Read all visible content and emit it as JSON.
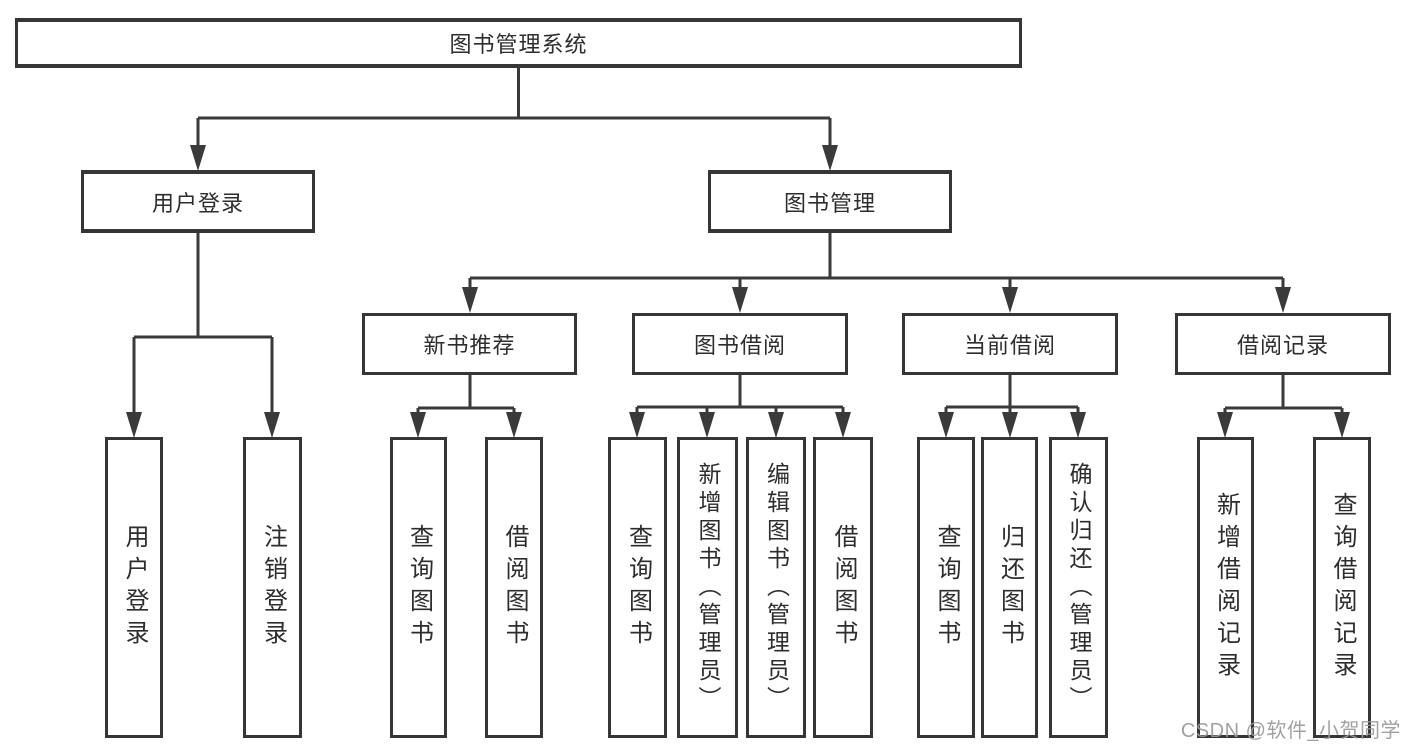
{
  "tree": {
    "root": "图书管理系统",
    "user": {
      "label": "用户登录",
      "children": {
        "login": "用户登录",
        "logout": "注销登录"
      }
    },
    "management": {
      "label": "图书管理",
      "sections": {
        "new_books": {
          "label": "新书推荐",
          "children": {
            "query": "查询图书",
            "borrow": "借阅图书"
          }
        },
        "borrowing": {
          "label": "图书借阅",
          "children": {
            "query": "查询图书",
            "add": "新增图书（管理员）",
            "edit": "编辑图书（管理员）",
            "borrow": "借阅图书"
          }
        },
        "current": {
          "label": "当前借阅",
          "children": {
            "query": "查询图书",
            "return": "归还图书",
            "confirm": "确认归还（管理员）"
          }
        },
        "records": {
          "label": "借阅记录",
          "children": {
            "add": "新增借阅记录",
            "query": "查询借阅记录"
          }
        }
      }
    }
  },
  "watermark": "CSDN @软件_小贺同学",
  "colors": {
    "line": "#3a3a3a",
    "text": "#2d2d2d",
    "watermark": "#9a9a9a"
  }
}
